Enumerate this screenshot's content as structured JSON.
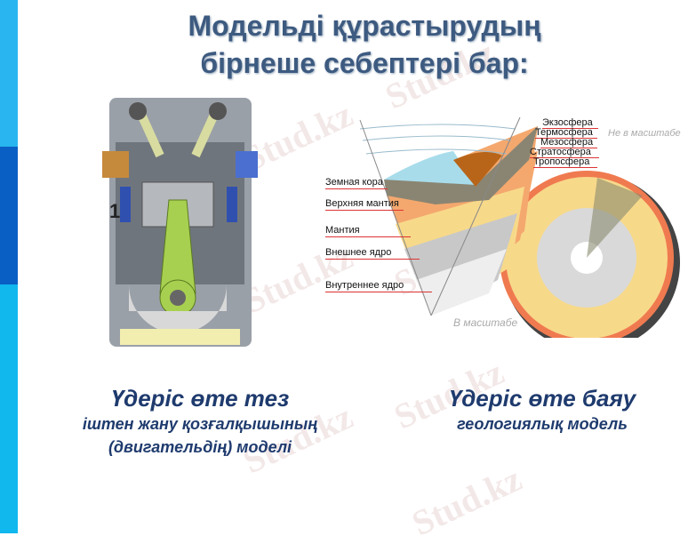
{
  "title": {
    "line1": "Модельді құрастырудың",
    "line2": "бірнеше себептері бар:"
  },
  "left": {
    "heading": "Үдеріс өте тез",
    "line1": "іштен жану қозғалқышының",
    "line2": "(двигательдің) моделі",
    "engine_number": "1"
  },
  "right": {
    "heading": "Үдеріс өте баяу",
    "line1": "геологиялық модель"
  },
  "earth_diagram": {
    "layers": [
      "Земная кора",
      "Верхняя мантия",
      "Мантия",
      "Внешнее ядро",
      "Внутреннее ядро"
    ],
    "atmosphere": [
      "Экзосфера",
      "Термосфера",
      "Мезосфера",
      "Стратосфера",
      "Тропосфера"
    ],
    "not_to_scale": "Не в масштабе",
    "to_scale": "В масштабе"
  },
  "watermark": "Stud.kz",
  "colors": {
    "bar_light": "#29b6f0",
    "bar_dark": "#0a5fc4",
    "bar_mid": "#10b8ee",
    "heading": "#1f3b6e"
  }
}
